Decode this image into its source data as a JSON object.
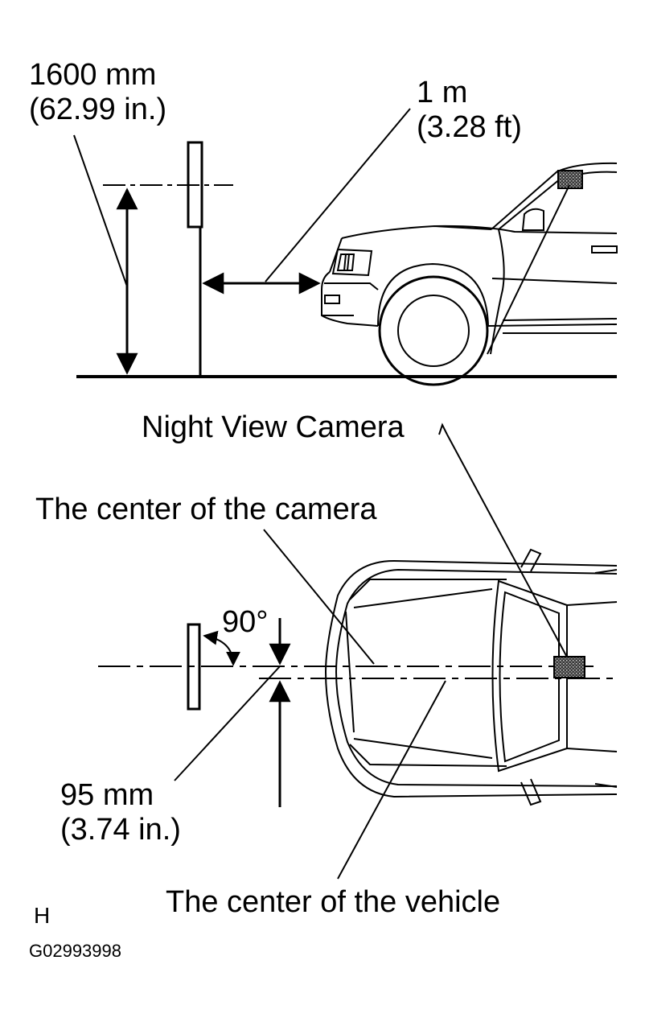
{
  "labels": {
    "height_mm": "1600 mm",
    "height_in": "(62.99 in.)",
    "distance_m": "1 m",
    "distance_ft": "(3.28 ft)",
    "camera": "Night View Camera",
    "camera_center": "The center of the camera",
    "angle": "90°",
    "offset_mm": "95 mm",
    "offset_in": "(3.74 in.)",
    "vehicle_center": "The center of the vehicle",
    "corner_mark": "H",
    "figure_id": "G02993998"
  },
  "colors": {
    "line": "#000000",
    "background": "#ffffff",
    "camera_fill": "#555555"
  }
}
